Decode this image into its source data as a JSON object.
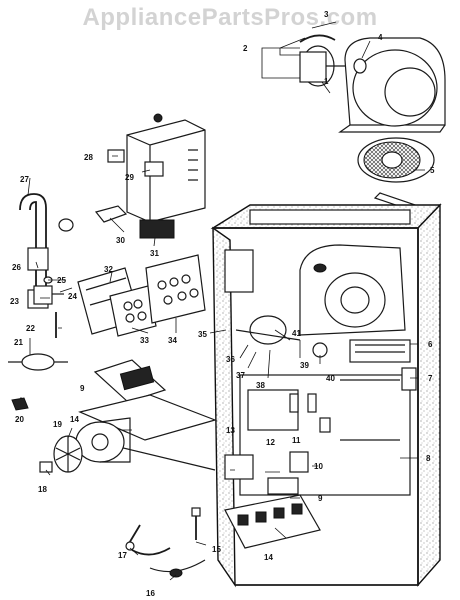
{
  "watermark": "AppliancePartsPros.com",
  "labels": [
    {
      "id": "1",
      "text": "1"
    },
    {
      "id": "2",
      "text": "2"
    },
    {
      "id": "3",
      "text": "3"
    },
    {
      "id": "4",
      "text": "4"
    },
    {
      "id": "5",
      "text": "5"
    },
    {
      "id": "6",
      "text": "6"
    },
    {
      "id": "7",
      "text": "7"
    },
    {
      "id": "8",
      "text": "8"
    },
    {
      "id": "9a",
      "text": "9"
    },
    {
      "id": "9b",
      "text": "9"
    },
    {
      "id": "10",
      "text": "10"
    },
    {
      "id": "11",
      "text": "11"
    },
    {
      "id": "12",
      "text": "12"
    },
    {
      "id": "13",
      "text": "13"
    },
    {
      "id": "14a",
      "text": "14"
    },
    {
      "id": "14b",
      "text": "14"
    },
    {
      "id": "15",
      "text": "15"
    },
    {
      "id": "16",
      "text": "16"
    },
    {
      "id": "17",
      "text": "17"
    },
    {
      "id": "18",
      "text": "18"
    },
    {
      "id": "19",
      "text": "19"
    },
    {
      "id": "20",
      "text": "20"
    },
    {
      "id": "21",
      "text": "21"
    },
    {
      "id": "22",
      "text": "22"
    },
    {
      "id": "23",
      "text": "23"
    },
    {
      "id": "24",
      "text": "24"
    },
    {
      "id": "25",
      "text": "25"
    },
    {
      "id": "26",
      "text": "26"
    },
    {
      "id": "27",
      "text": "27"
    },
    {
      "id": "28",
      "text": "28"
    },
    {
      "id": "29",
      "text": "29"
    },
    {
      "id": "30",
      "text": "30"
    },
    {
      "id": "31",
      "text": "31"
    },
    {
      "id": "32",
      "text": "32"
    },
    {
      "id": "33",
      "text": "33"
    },
    {
      "id": "34",
      "text": "34"
    },
    {
      "id": "35",
      "text": "35"
    },
    {
      "id": "36",
      "text": "36"
    },
    {
      "id": "37",
      "text": "37"
    },
    {
      "id": "38",
      "text": "38"
    },
    {
      "id": "39",
      "text": "39"
    },
    {
      "id": "40",
      "text": "40"
    },
    {
      "id": "41",
      "text": "41"
    }
  ]
}
